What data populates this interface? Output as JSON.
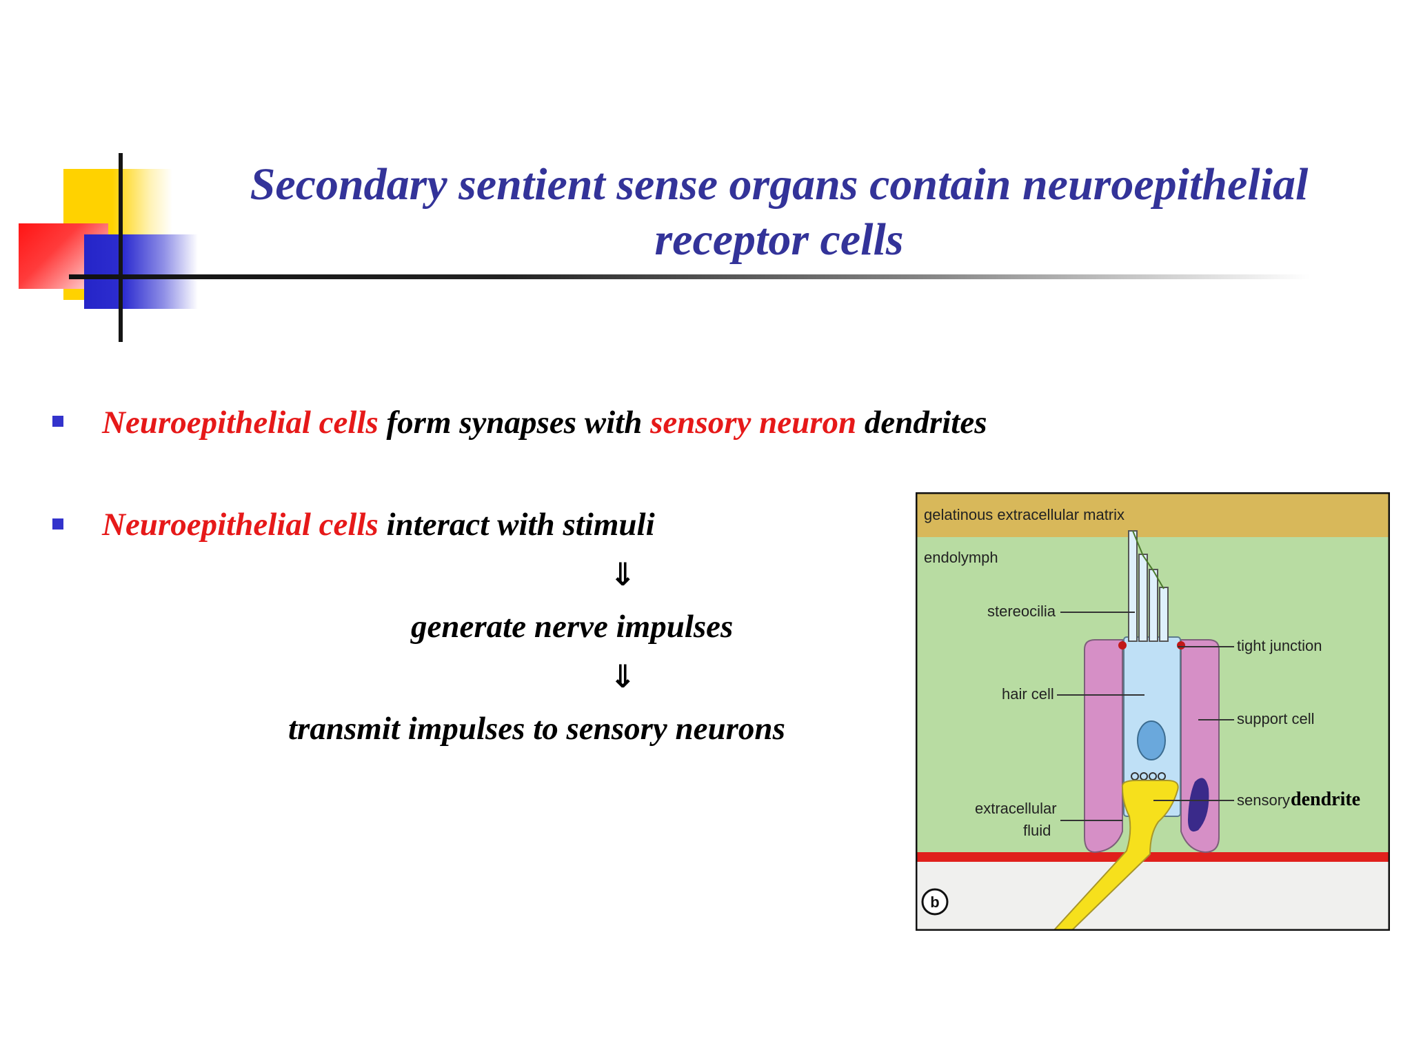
{
  "slide": {
    "title_line1": "Secondary sentient sense organs contain neuroepithelial",
    "title_line2": "receptor cells"
  },
  "bullets": [
    {
      "red1": "Neuroepithelial cells",
      "text1": " form synapses with ",
      "red2": "sensory neuron",
      "text2": " dendrites"
    },
    {
      "red1": "Neuroepithelial cells",
      "text1": " interact with stimuli"
    }
  ],
  "flow": {
    "arrow": "⇓",
    "step1": "generate nerve impulses",
    "step2": "transmit impulses to sensory neurons"
  },
  "diagram": {
    "labels": {
      "gelatinous": "gelatinous extracellular matrix",
      "endolymph": "endolymph",
      "stereocilia": "stereocilia",
      "tight_junction": "tight junction",
      "hair_cell": "hair cell",
      "support_cell": "support cell",
      "sensory": "sensory",
      "dendrite": "dendrite",
      "extracellular": "extracellular",
      "fluid": "fluid",
      "panel": "b"
    },
    "colors": {
      "matrix": "#d8b85a",
      "endolymph": "#b8dca2",
      "support_cell": "#d68fc6",
      "hair_cell": "#bfe0f6",
      "nerve": "#f6e01c",
      "membrane": "#e0201c",
      "base": "#f0f0ee"
    }
  }
}
